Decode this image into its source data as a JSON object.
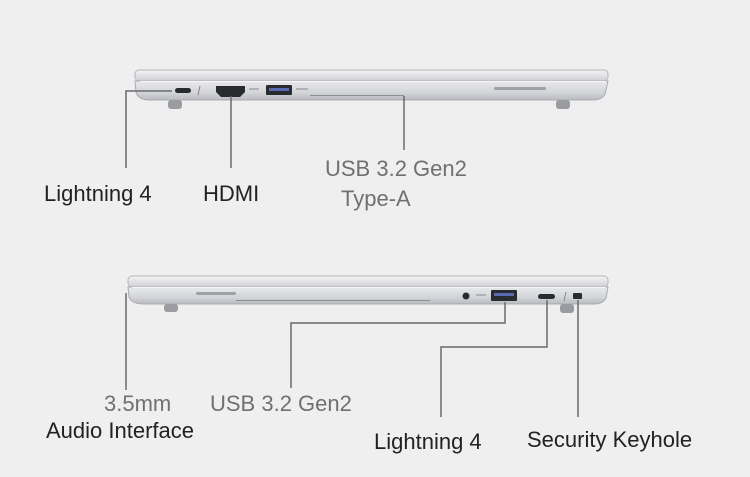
{
  "top_view": {
    "labels": {
      "lightning": "Lightning 4",
      "hdmi": "HDMI",
      "usb_line1": "USB 3.2 Gen2",
      "usb_line2": "Type-A"
    }
  },
  "bottom_view": {
    "labels": {
      "audio_line1": "3.5mm",
      "audio_line2": "Audio Interface",
      "usb": "USB 3.2 Gen2",
      "lightning": "Lightning 4",
      "keyhole": "Security Keyhole"
    }
  },
  "colors": {
    "background": "#efefef",
    "chassis": "#dcdde0",
    "chassis_edge": "#a9abb0",
    "port": "#2a2b2e",
    "leader_line": "#6a6a6a",
    "label_dark": "#222222",
    "label_light": "#707070"
  }
}
